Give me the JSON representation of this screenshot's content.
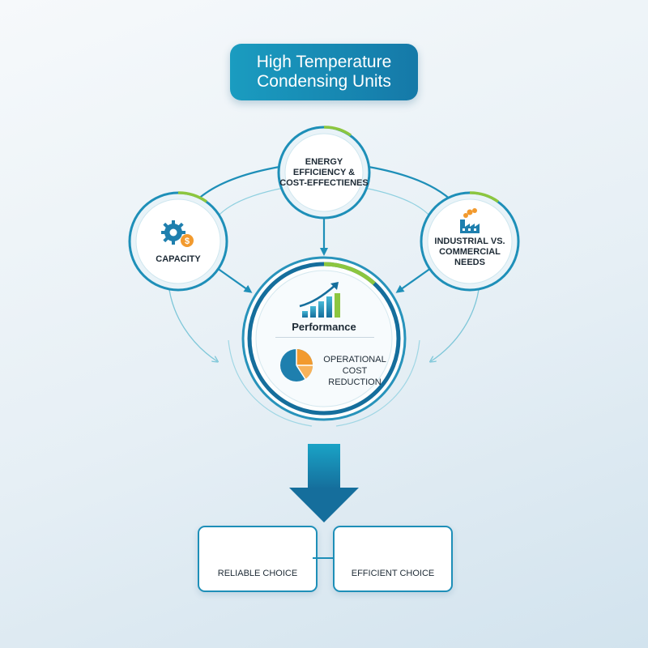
{
  "title": {
    "line1": "High Temperature",
    "line2": "Condensing Units"
  },
  "nodes": {
    "energy": {
      "lines": [
        "Energy",
        "Efficiency &",
        "Cost-Effectienes"
      ]
    },
    "capacity": {
      "label": "Capacity"
    },
    "industrial": {
      "lines": [
        "Industrial vs.",
        "Commercial",
        "Needs"
      ]
    },
    "performance": {
      "label": "Performance"
    },
    "operational": {
      "lines": [
        "Operational Cost",
        "Reduction"
      ]
    }
  },
  "choices": {
    "reliable": "Reliable Choice",
    "efficient": "Efficient Choice"
  },
  "icons": {
    "energy": "none",
    "capacity": "gear-dollar-icon",
    "industrial": "factory-icon",
    "performance": "growth-chart-icon",
    "operational": "pie-chart-icon",
    "reliable": "checkmark-icon",
    "efficient": "lightbulb-icon"
  },
  "colors": {
    "primary": "#1e8fb8",
    "dark": "#156e9c",
    "light": "#6cc6dc",
    "green": "#8cc63f",
    "orange": "#f29a2e",
    "text": "#1d2a35"
  }
}
